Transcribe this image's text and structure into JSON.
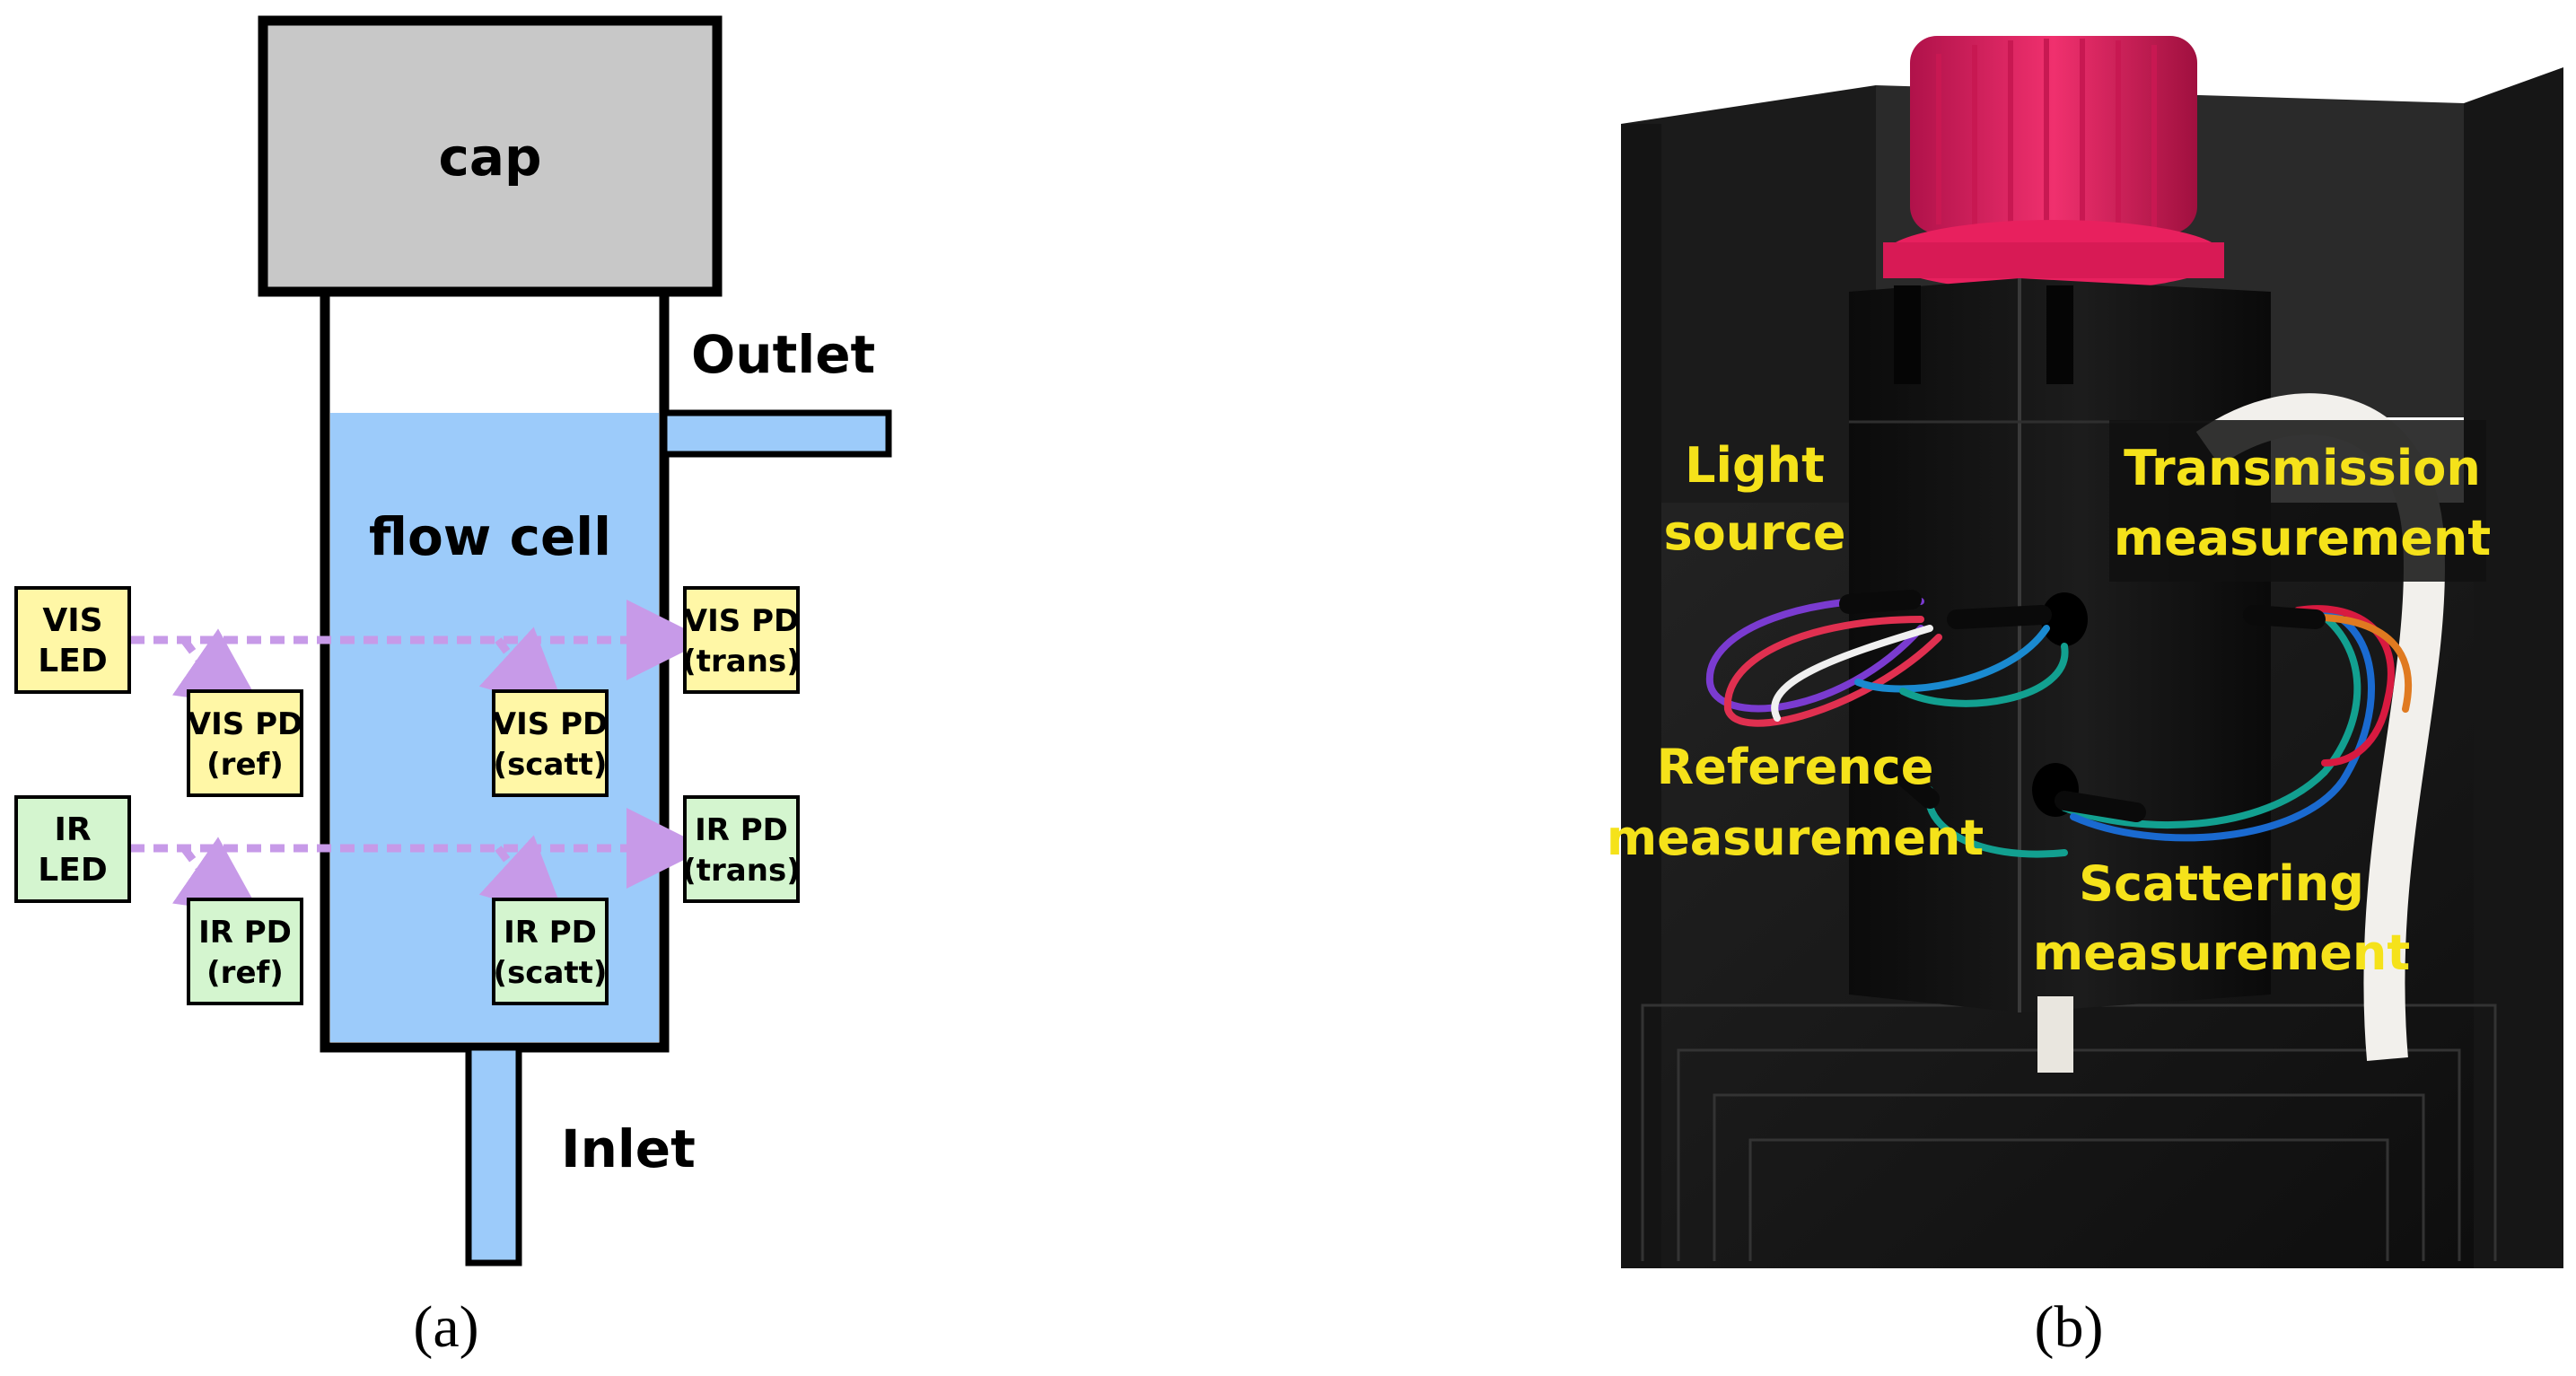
{
  "panel_a": {
    "caption": "(a)",
    "cap_label": "cap",
    "flow_cell_label": "flow cell",
    "outlet_label": "Outlet",
    "inlet_label": "Inlet",
    "vis_led": [
      "VIS",
      "LED"
    ],
    "ir_led": [
      "IR",
      "LED"
    ],
    "vis_pd_ref": [
      "VIS PD",
      "(ref)"
    ],
    "vis_pd_scatt": [
      "VIS PD",
      "(scatt)"
    ],
    "vis_pd_trans": [
      "VIS PD",
      "(trans)"
    ],
    "ir_pd_ref": [
      "IR PD",
      "(ref)"
    ],
    "ir_pd_scatt": [
      "IR PD",
      "(scatt)"
    ],
    "ir_pd_trans": [
      "IR PD",
      "(trans)"
    ]
  },
  "panel_b": {
    "caption": "(b)",
    "light_source": [
      "Light",
      "source"
    ],
    "transmission": [
      "Transmission",
      "measurement"
    ],
    "reference": [
      "Reference",
      "measurement"
    ],
    "scattering": [
      "Scattering",
      "measurement"
    ]
  },
  "colors": {
    "cap_fill": "#c8c8c8",
    "liquid_fill": "#9ccbfa",
    "vis_box": "#fff7a6",
    "ir_box": "#d4f5cf",
    "beam": "#c79ae8",
    "photo_label": "#f5e21a"
  }
}
